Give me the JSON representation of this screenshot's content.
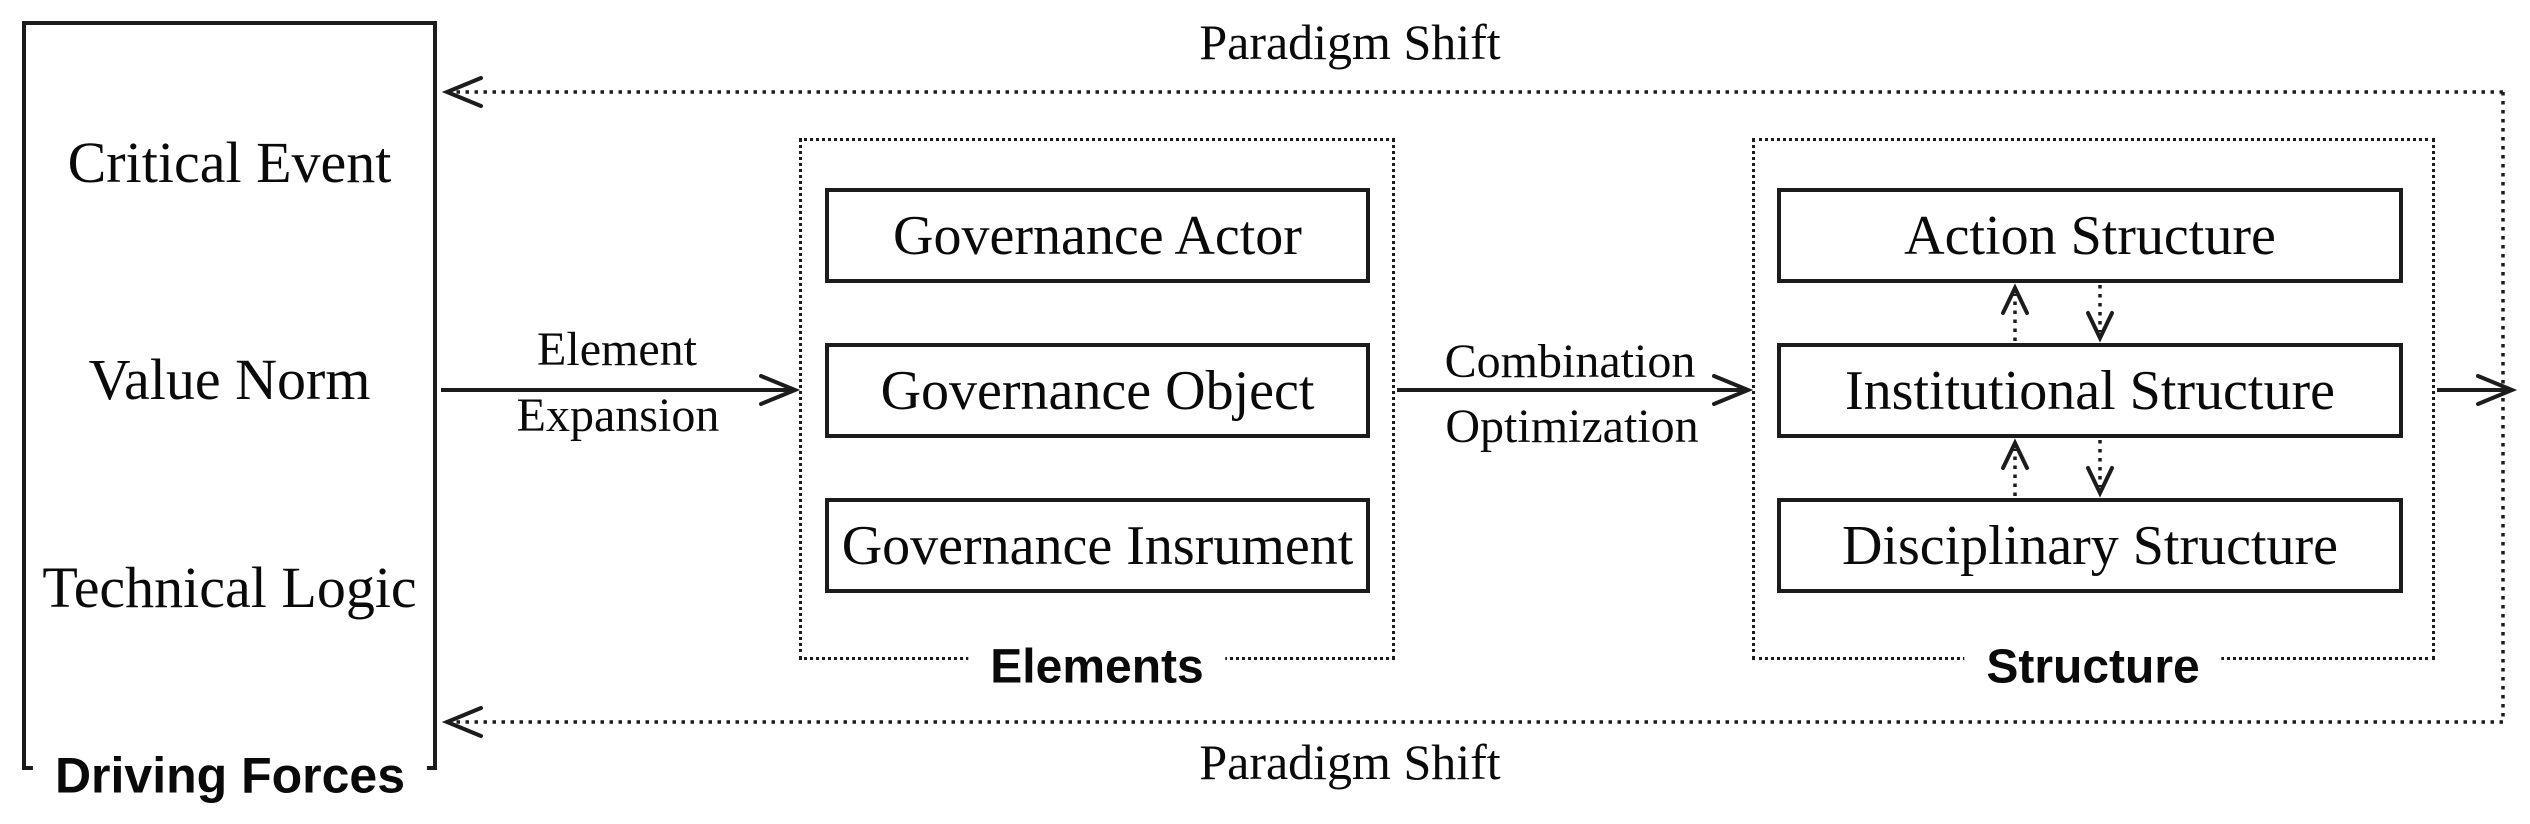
{
  "diagram": {
    "driving_forces": {
      "label": "Driving Forces",
      "items": [
        "Critical Event",
        "Value Norm",
        "Technical Logic"
      ]
    },
    "elements": {
      "label": "Elements",
      "items": [
        "Governance Actor",
        "Governance Object",
        "Governance Insrument"
      ]
    },
    "structure": {
      "label": "Structure",
      "items": [
        "Action Structure",
        "Institutional Structure",
        "Disciplinary Structure"
      ]
    },
    "arrows": {
      "element_expansion_line1": "Element",
      "element_expansion_line2": "Expansion",
      "combination_optimization_line1": "Combination",
      "combination_optimization_line2": "Optimization"
    },
    "paradigm_shift_top": "Paradigm Shift",
    "paradigm_shift_bottom": "Paradigm Shift",
    "colors": {
      "line": "#1c1c1c",
      "text": "#0a0a0a",
      "background": "#ffffff"
    }
  }
}
